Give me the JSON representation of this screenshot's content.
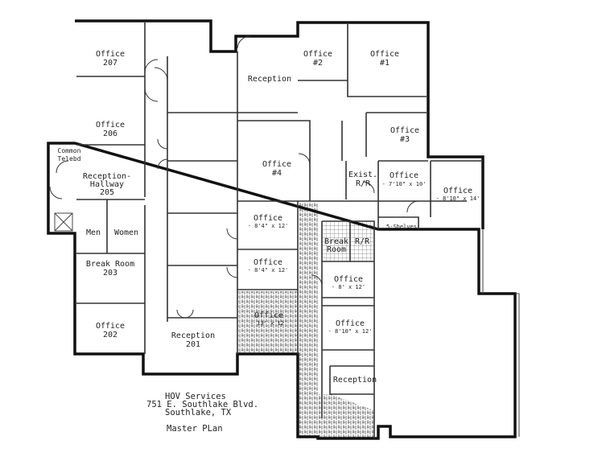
{
  "plan": {
    "rooms": {
      "office_207": "Office\n207",
      "office_207_l1": "Office",
      "office_207_l2": "207",
      "office_206_l1": "Office",
      "office_206_l2": "206",
      "common_l1": "Common",
      "common_l2": "Telebd",
      "hallway_l1": "Reception-",
      "hallway_l2": "Hallway",
      "hallway_l3": "205",
      "men": "Men",
      "women": "Women",
      "break203_l1": "Break Room",
      "break203_l2": "203",
      "office_202_l1": "Office",
      "office_202_l2": "202",
      "reception_201_l1": "Reception",
      "reception_201_l2": "201",
      "reception_main": "Reception",
      "office_2_l1": "Office",
      "office_2_l2": "#2",
      "office_1_l1": "Office",
      "office_1_l2": "#1",
      "office_3_l1": "Office",
      "office_3_l2": "#3",
      "office_4_l1": "Office",
      "office_4_l2": "#4",
      "exist_rr_l1": "Exist.",
      "exist_rr_l2": "R/R",
      "office_a": "Office",
      "office_a_dim": "- 7'10\" x 10'",
      "office_b": "Office",
      "office_b_dim": "- 8'10\" x 14'",
      "shelves": "5-Shelves",
      "office_c": "Office",
      "office_c_dim": "- 8'4\" x 12'",
      "office_d": "Office",
      "office_d_dim": "- 8'4\" x 12'",
      "break_l1": "Break",
      "break_l2": "Room",
      "rr": "R/R",
      "office_e": "Office",
      "office_e_dim": "- 8' x 12'",
      "office_f": "Office",
      "office_f_dim": "- 13' x 12'",
      "office_g": "Office",
      "office_g_dim": "- 8'10\" x 12'",
      "reception_lower": "Reception"
    },
    "title_block": {
      "company": "HOV Services",
      "address": "751 E. Southlake Blvd.",
      "city": "Southlake, TX",
      "plan_name": "Master PLan"
    }
  }
}
